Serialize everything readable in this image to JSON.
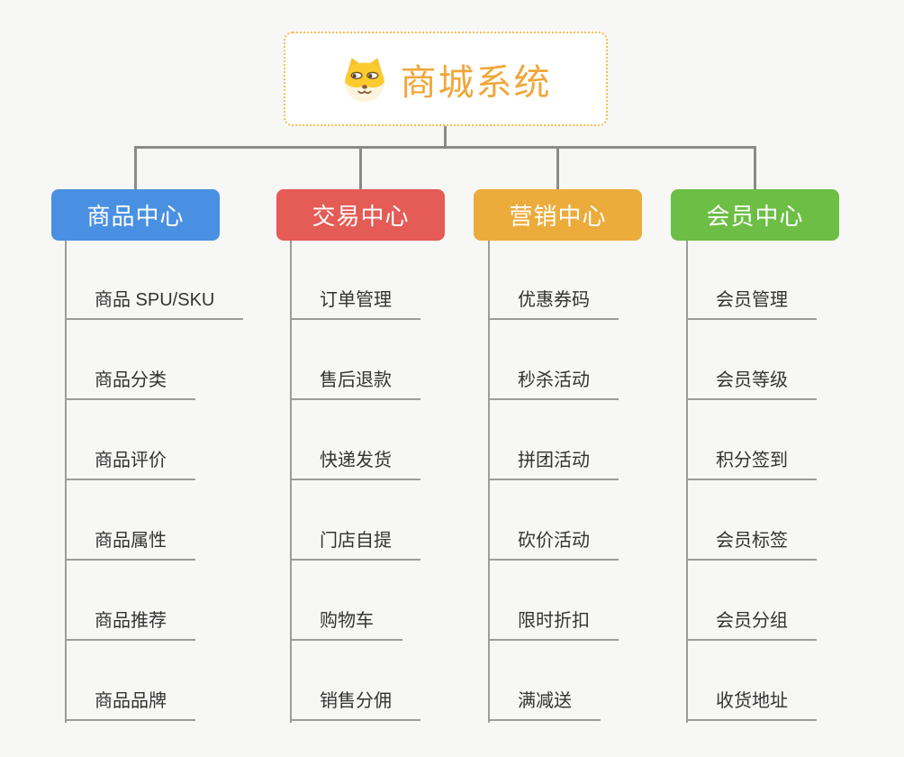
{
  "root": {
    "title": "商城系统",
    "icon": "dog-icon"
  },
  "branches": [
    {
      "id": "product-center",
      "label": "商品中心",
      "color": "#4a90e2",
      "items": [
        "商品 SPU/SKU",
        "商品分类",
        "商品评价",
        "商品属性",
        "商品推荐",
        "商品品牌"
      ]
    },
    {
      "id": "trade-center",
      "label": "交易中心",
      "color": "#e55b55",
      "items": [
        "订单管理",
        "售后退款",
        "快递发货",
        "门店自提",
        "购物车",
        "销售分佣"
      ]
    },
    {
      "id": "marketing-center",
      "label": "营销中心",
      "color": "#ecac3c",
      "items": [
        "优惠券码",
        "秒杀活动",
        "拼团活动",
        "砍价活动",
        "限时折扣",
        "满减送"
      ]
    },
    {
      "id": "member-center",
      "label": "会员中心",
      "color": "#6cbe45",
      "items": [
        "会员管理",
        "会员等级",
        "积分签到",
        "会员标签",
        "会员分组",
        "收货地址"
      ]
    }
  ],
  "colors": {
    "background": "#f7f7f6",
    "connector": "#8a8a8a",
    "leaf_line": "#9c9c9c",
    "root_border": "#f6bc55",
    "root_title": "#f0a73b"
  }
}
